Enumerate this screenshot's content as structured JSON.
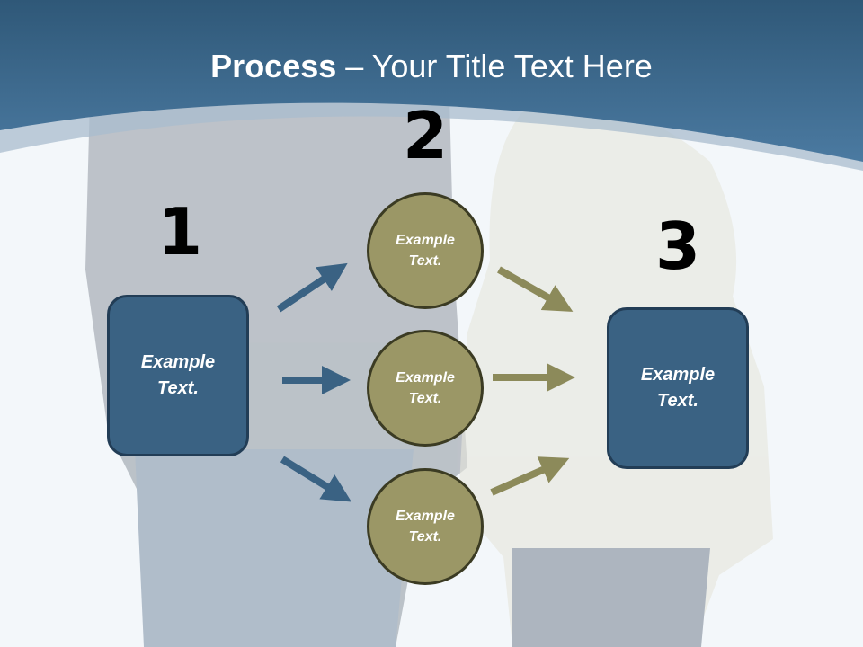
{
  "slide": {
    "title_bold": "Process",
    "title_dash": " – ",
    "title_rest": "Your Title Text Here"
  },
  "colors": {
    "header_blue": "#3d6a91",
    "box_blue": "#3a6283",
    "circle_olive": "#9b9766",
    "arrow_blue": "#3a6283",
    "arrow_olive": "#8c8a5a"
  },
  "steps": {
    "one": "1",
    "two": "2",
    "three": "3"
  },
  "left_box": {
    "line1": "Example",
    "line2": "Text."
  },
  "circles": [
    {
      "line1": "Example",
      "line2": "Text."
    },
    {
      "line1": "Example",
      "line2": "Text."
    },
    {
      "line1": "Example",
      "line2": "Text."
    }
  ],
  "right_box": {
    "line1": "Example",
    "line2": "Text."
  }
}
